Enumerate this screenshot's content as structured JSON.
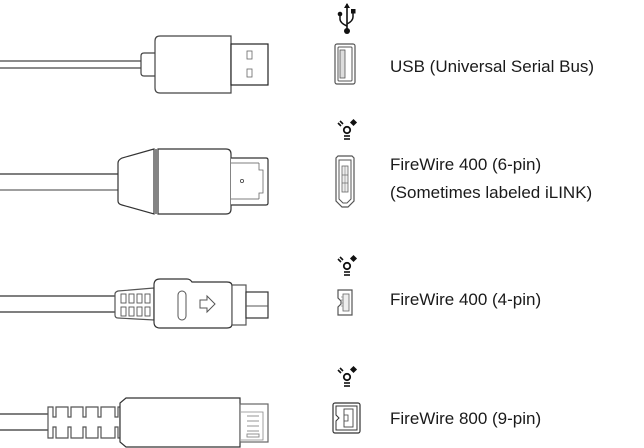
{
  "diagram": {
    "rows": [
      {
        "id": "usb",
        "symbol": "usb-trident-icon",
        "port": "usb-port-icon",
        "plug": "usb-plug",
        "lines": [
          "USB (Universal Serial Bus)"
        ]
      },
      {
        "id": "firewire400-6pin",
        "symbol": "firewire-icon",
        "port": "firewire-6pin-port-icon",
        "plug": "firewire-6pin-plug",
        "lines": [
          "FireWire 400 (6-pin)",
          "(Sometimes labeled iLINK)"
        ]
      },
      {
        "id": "firewire400-4pin",
        "symbol": "firewire-icon",
        "port": "firewire-4pin-port-icon",
        "plug": "firewire-4pin-plug",
        "lines": [
          "FireWire 400 (4-pin)"
        ]
      },
      {
        "id": "firewire800-9pin",
        "symbol": "firewire-icon",
        "port": "firewire-9pin-port-icon",
        "plug": "firewire-9pin-plug",
        "lines": [
          "FireWire 800 (9-pin)"
        ]
      }
    ],
    "colors": {
      "stroke": "#222222",
      "stroke_light": "#888888",
      "background": "#ffffff"
    }
  }
}
